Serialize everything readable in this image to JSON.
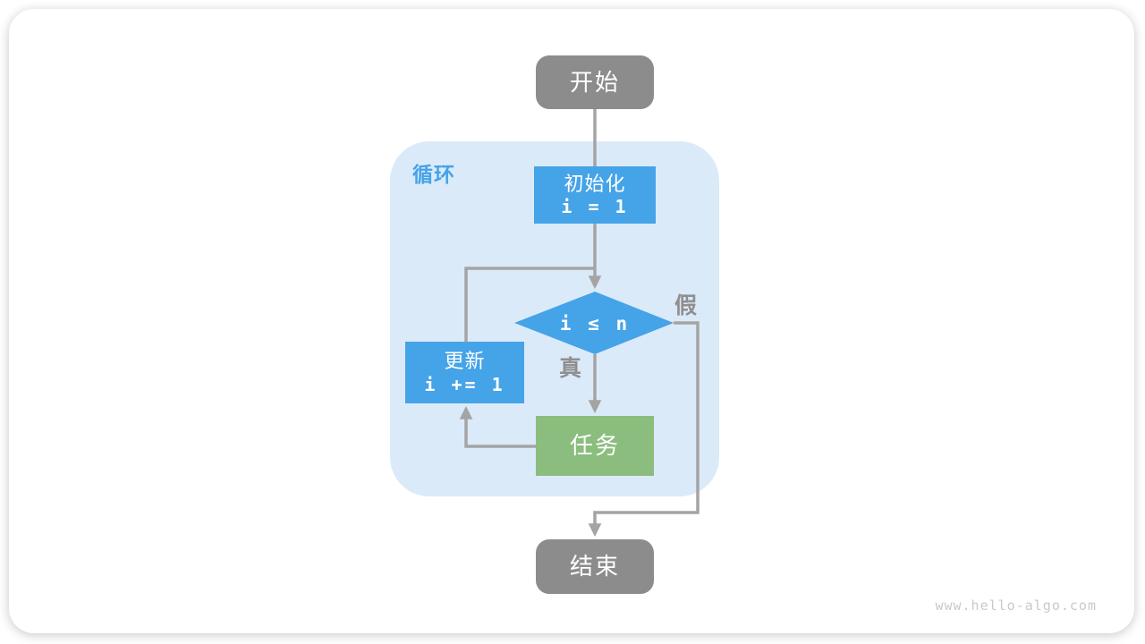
{
  "flowchart": {
    "start": {
      "label": "开始"
    },
    "loop_region": {
      "label": "循环"
    },
    "init": {
      "title": "初始化",
      "code": "i = 1"
    },
    "condition": {
      "code": "i ≤ n"
    },
    "branch_true": {
      "label": "真"
    },
    "branch_false": {
      "label": "假"
    },
    "task": {
      "label": "任务"
    },
    "update": {
      "title": "更新",
      "code": "i += 1"
    },
    "end": {
      "label": "结束"
    }
  },
  "watermark": "www.hello-algo.com",
  "colors": {
    "node_blue": "#45a3e8",
    "node_green": "#8abd7e",
    "node_gray": "#8c8c8c",
    "loop_region_fill": "#dbeaf9",
    "loop_label_blue": "#45a3e8",
    "connector_gray": "#a4a4a4",
    "branch_label_gray": "#8f8f8f",
    "watermark_gray": "#c9c9c9",
    "card_background": "#ffffff"
  }
}
